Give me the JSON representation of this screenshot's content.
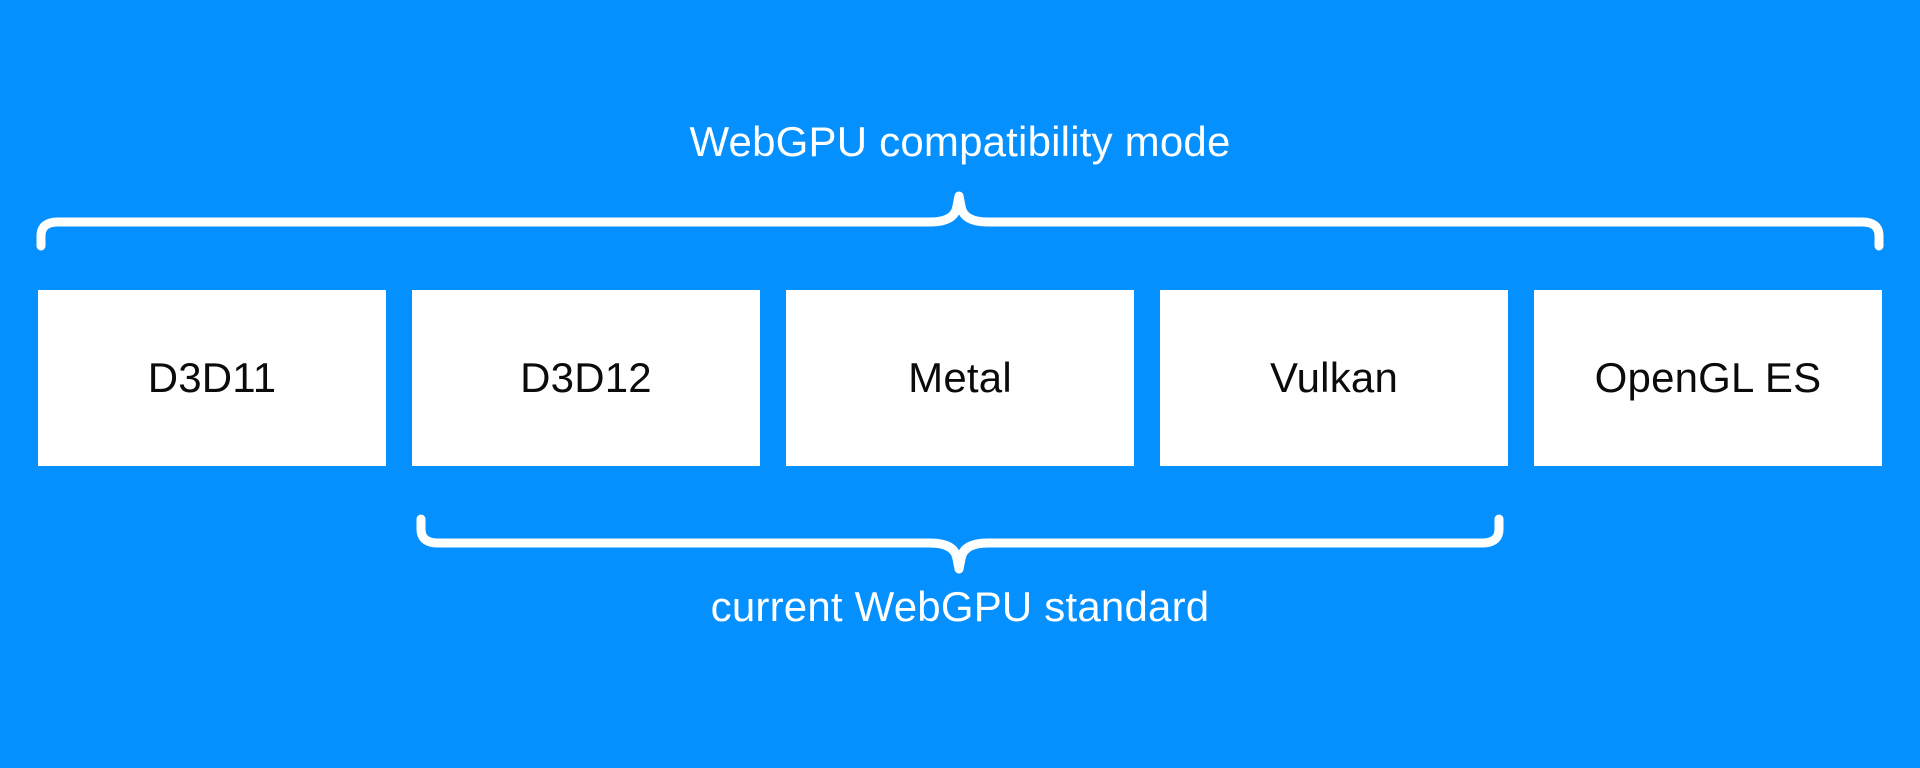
{
  "background_color": "#0590ff",
  "box_fill_color": "#ffffff",
  "box_text_color": "#0b0b0b",
  "brace_color": "#ffffff",
  "label_color": "#ffffff",
  "top_brace": {
    "label": "WebGPU compatibility mode",
    "spans_boxes": [
      "D3D11",
      "D3D12",
      "Metal",
      "Vulkan",
      "OpenGL ES"
    ],
    "direction": "above"
  },
  "bottom_brace": {
    "label": "current WebGPU standard",
    "spans_boxes": [
      "D3D12",
      "Metal",
      "Vulkan"
    ],
    "direction": "below"
  },
  "boxes": [
    {
      "label": "D3D11"
    },
    {
      "label": "D3D12"
    },
    {
      "label": "Metal"
    },
    {
      "label": "Vulkan"
    },
    {
      "label": "OpenGL ES"
    }
  ]
}
